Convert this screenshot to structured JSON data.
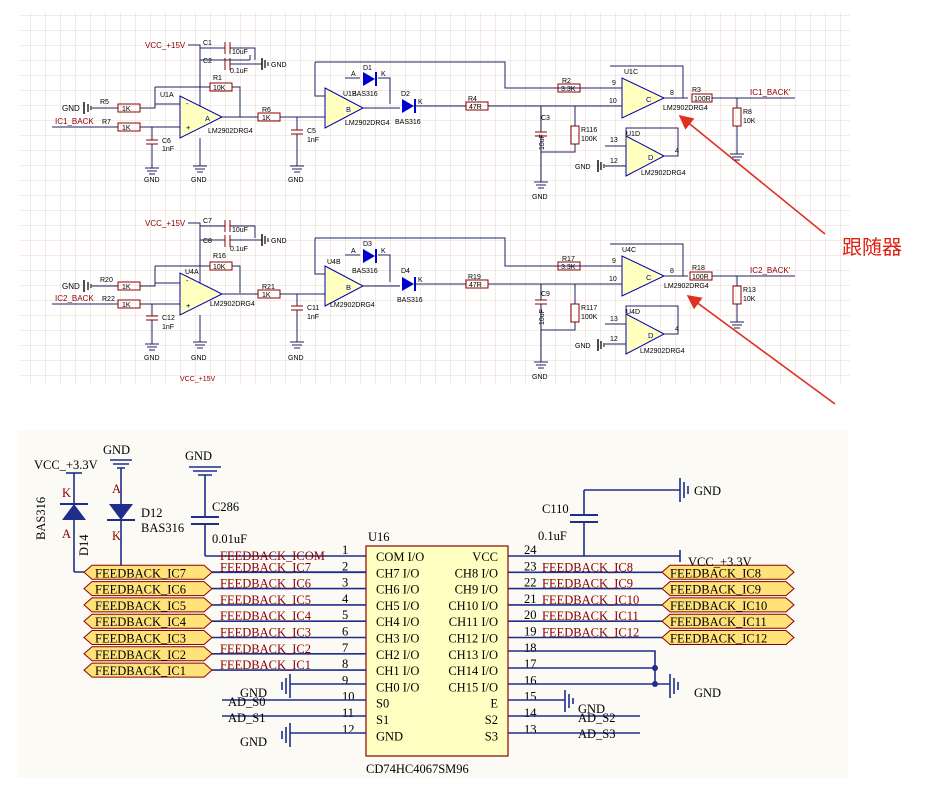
{
  "annotation": {
    "label": "跟随器"
  },
  "top": {
    "ch1": {
      "vcc": "VCC_+15V",
      "gnd": "GND",
      "c1": "C1",
      "c1v": "10uF",
      "c2": "C2",
      "c2v": "0.1uF",
      "r1": "R1",
      "r1v": "10K",
      "r5": "R5",
      "r5v": "1K",
      "r7": "R7",
      "r7v": "1K",
      "r6": "R6",
      "r6v": "1K",
      "c6": "C6",
      "c6v": "1nF",
      "c5": "C5",
      "c5v": "1nF",
      "in_net": "IC1_BACK",
      "u1a": "U1A",
      "u1b": "U1B",
      "u1c": "U1C",
      "u1d": "U1D",
      "part": "LM2902DRG4",
      "d1": "D1",
      "d2": "D2",
      "diode": "BAS316",
      "r4": "R4",
      "r4v": "47R",
      "r2": "R2",
      "r2v": "3.3K",
      "c3": "C3",
      "c3v": "10uF",
      "r116": "R116",
      "r116v": "100K",
      "r3": "R3",
      "r3v": "100R",
      "r8": "R8",
      "r8v": "10K",
      "out_net": "IC1_BACK'"
    },
    "ch2": {
      "vcc": "VCC_+15V",
      "vcc_bottom": "VCC_+15V",
      "gnd": "GND",
      "c7": "C7",
      "c7v": "10uF",
      "c8": "C8",
      "c8v": "0.1uF",
      "r16": "R16",
      "r16v": "10K",
      "r20": "R20",
      "r20v": "1K",
      "r22": "R22",
      "r22v": "1K",
      "r21": "R21",
      "r21v": "1K",
      "c12": "C12",
      "c12v": "1nF",
      "c11": "C11",
      "c11v": "1nF",
      "in_net": "IC2_BACK",
      "u4a": "U4A",
      "u4b": "U4B",
      "u4c": "U4C",
      "u4d": "U4D",
      "part": "LM2902DRG4",
      "d3": "D3",
      "d4": "D4",
      "diode": "BAS316",
      "r19": "R19",
      "r19v": "47R",
      "r17": "R17",
      "r17v": "3.3K",
      "c9": "C9",
      "c9v": "10uF",
      "r117": "R117",
      "r117v": "100K",
      "r18": "R18",
      "r18v": "100R",
      "r13": "R13",
      "r13v": "10K",
      "out_net": "IC2_BACK'"
    }
  },
  "bottom": {
    "gnd": "GND",
    "vcc33": "VCC_+3.3V",
    "vcc33b": "VCC_+3.3V",
    "d14": "D14",
    "d12": "D12",
    "diode": "BAS316",
    "c286": "C286",
    "c286v": "0.01uF",
    "c110": "C110",
    "c110v": "0.1uF",
    "u16": "U16",
    "part": "CD74HC4067SM96",
    "pin_a": "A",
    "pin_k": "K",
    "feedback_com": "FEEDBACK_ICOM",
    "left_pins": [
      {
        "num": "1",
        "name": "COM I/O"
      },
      {
        "num": "2",
        "name": "CH7 I/O"
      },
      {
        "num": "3",
        "name": "CH6 I/O"
      },
      {
        "num": "4",
        "name": "CH5 I/O"
      },
      {
        "num": "5",
        "name": "CH4 I/O"
      },
      {
        "num": "6",
        "name": "CH3 I/O"
      },
      {
        "num": "7",
        "name": "CH2 I/O"
      },
      {
        "num": "8",
        "name": "CH1 I/O"
      },
      {
        "num": "9",
        "name": "CH0 I/O"
      },
      {
        "num": "10",
        "name": "S0"
      },
      {
        "num": "11",
        "name": "S1"
      },
      {
        "num": "12",
        "name": "GND"
      }
    ],
    "right_pins": [
      {
        "num": "24",
        "name": "VCC"
      },
      {
        "num": "23",
        "name": "CH8 I/O"
      },
      {
        "num": "22",
        "name": "CH9 I/O"
      },
      {
        "num": "21",
        "name": "CH10 I/O"
      },
      {
        "num": "20",
        "name": "CH11 I/O"
      },
      {
        "num": "19",
        "name": "CH12 I/O"
      },
      {
        "num": "18",
        "name": "CH13 I/O"
      },
      {
        "num": "17",
        "name": "CH14 I/O"
      },
      {
        "num": "16",
        "name": "CH15 I/O"
      },
      {
        "num": "15",
        "name": "E"
      },
      {
        "num": "14",
        "name": "S2"
      },
      {
        "num": "13",
        "name": "S3"
      }
    ],
    "left_nets": [
      "FEEDBACK_IC7",
      "FEEDBACK_IC6",
      "FEEDBACK_IC5",
      "FEEDBACK_IC4",
      "FEEDBACK_IC3",
      "FEEDBACK_IC2",
      "FEEDBACK_IC1"
    ],
    "right_nets": [
      "FEEDBACK_IC8",
      "FEEDBACK_IC9",
      "FEEDBACK_IC10",
      "FEEDBACK_IC11",
      "FEEDBACK_IC12"
    ],
    "ad_s0": "AD_S0",
    "ad_s1": "AD_S1",
    "ad_s2": "AD_S2",
    "ad_s3": "AD_S3"
  }
}
